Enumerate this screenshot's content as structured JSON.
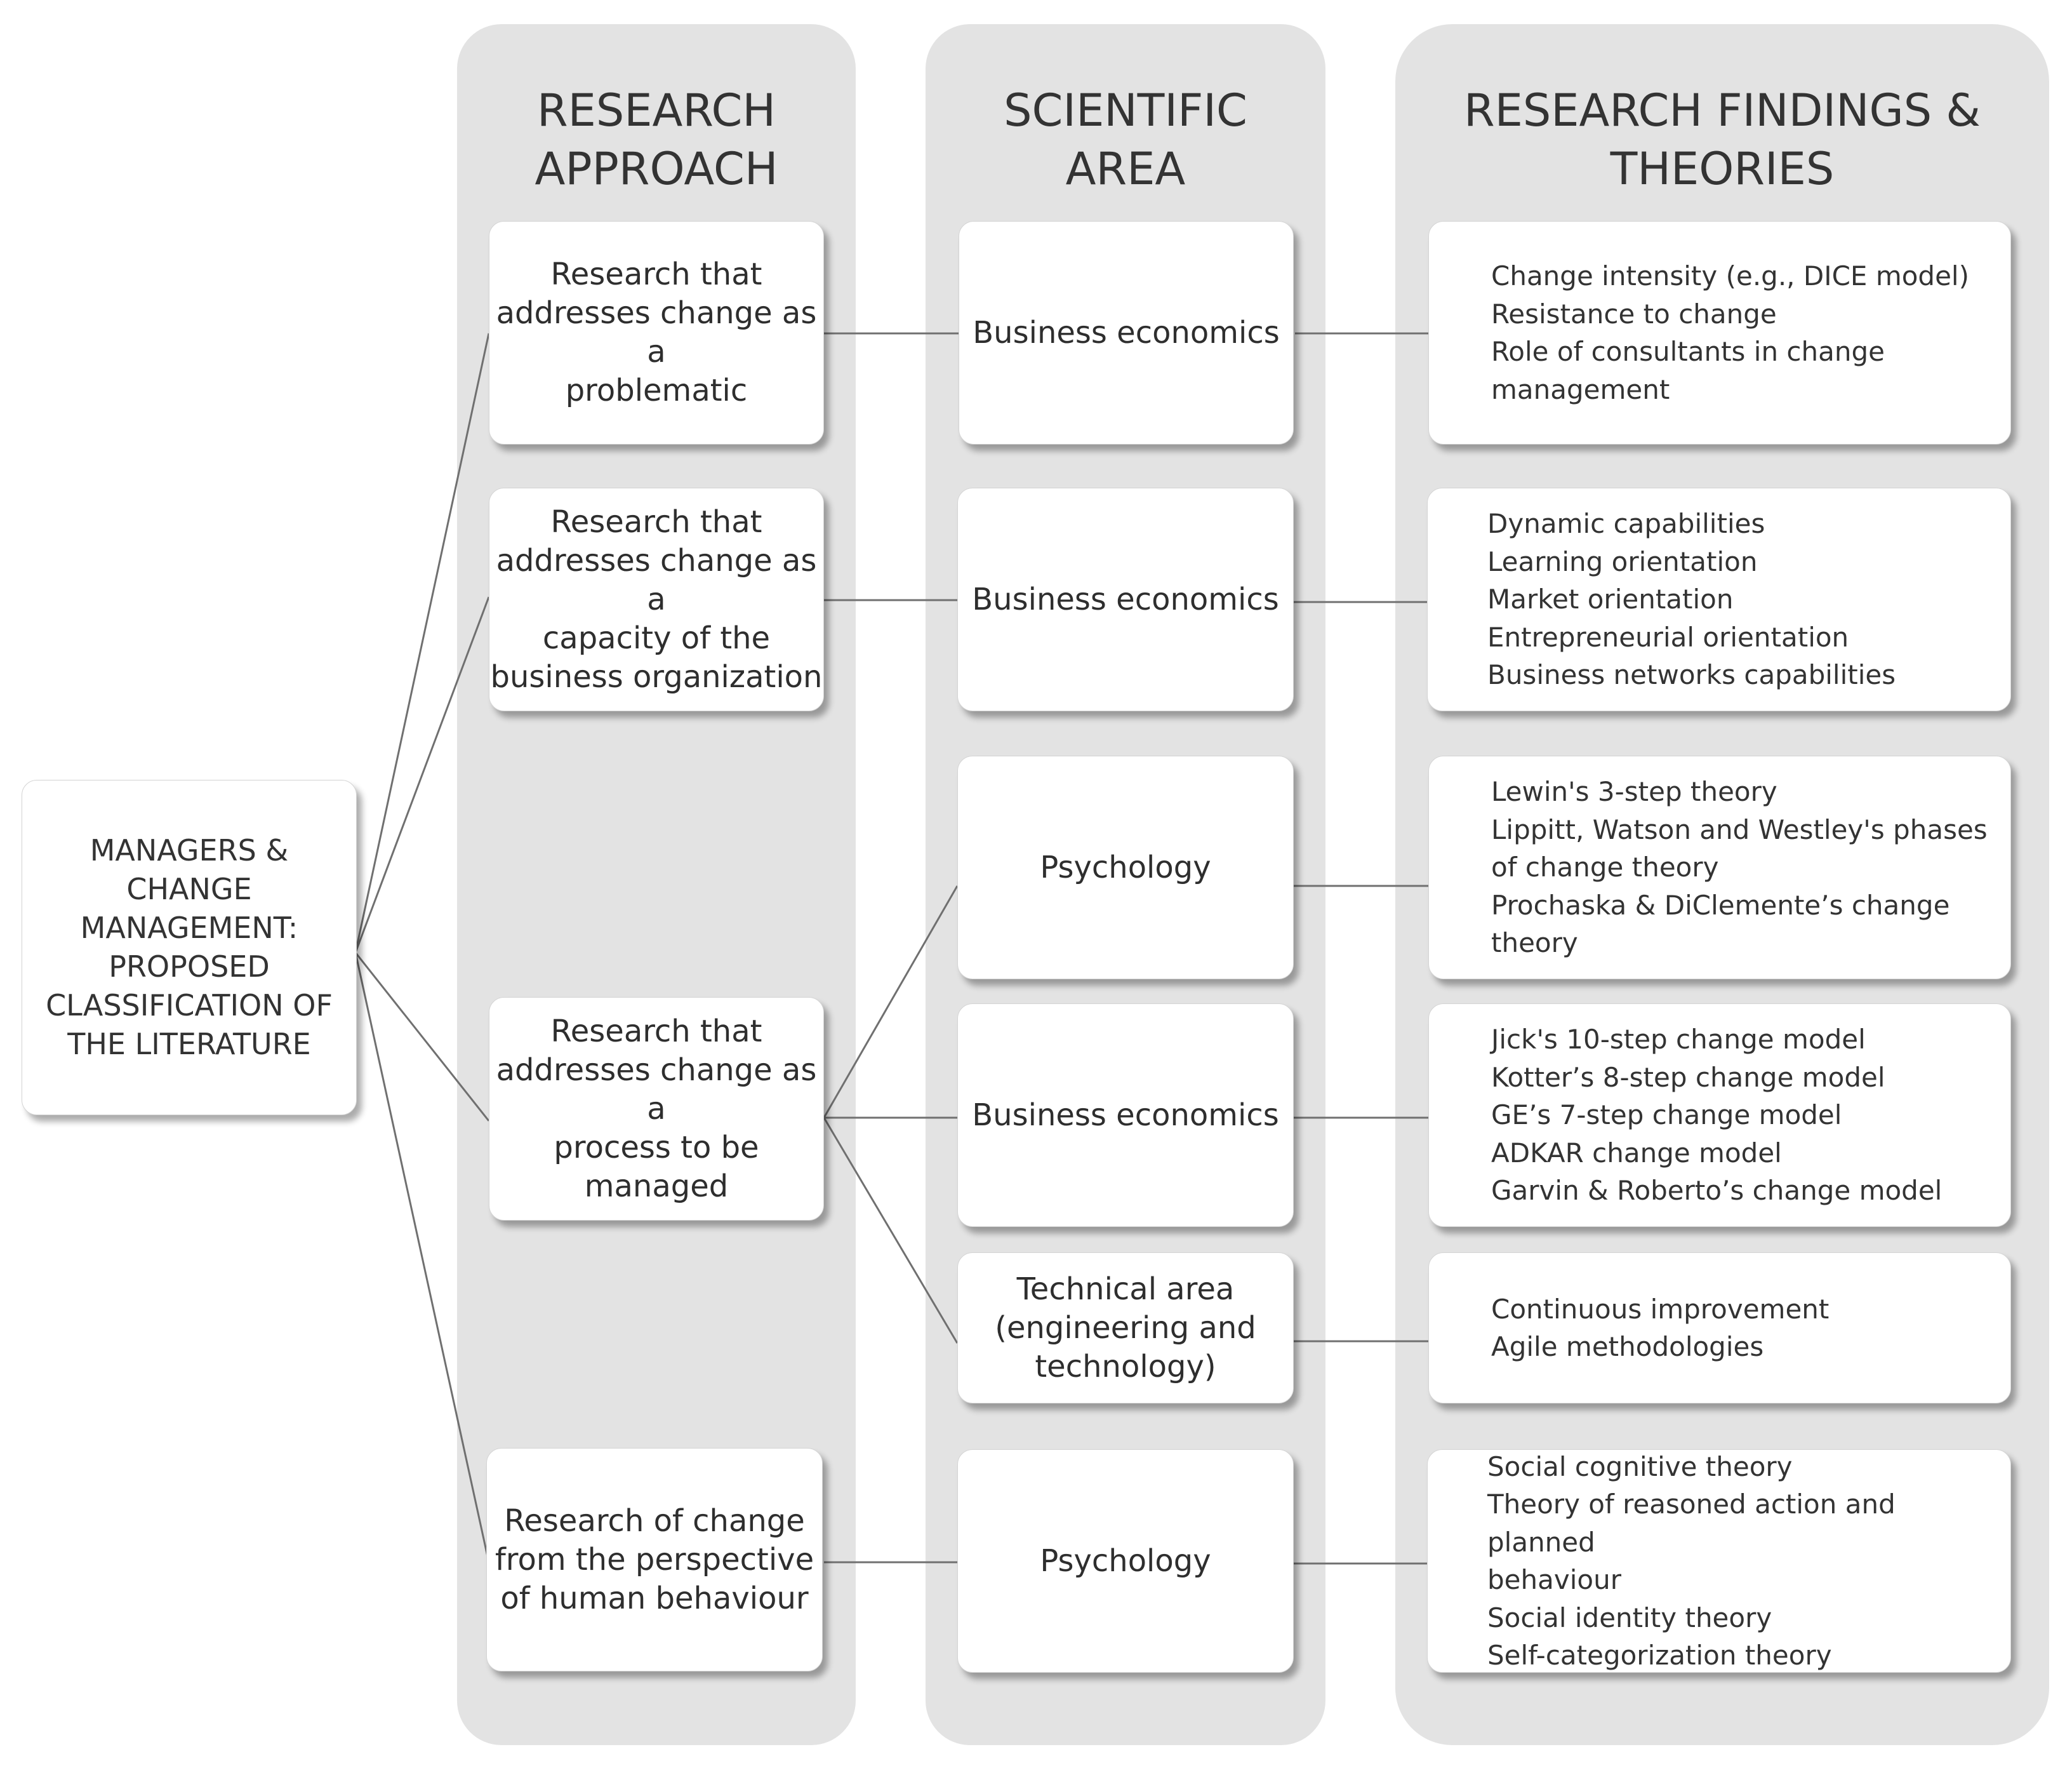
{
  "root": {
    "label": "MANAGERS &\nCHANGE\nMANAGEMENT:\nPROPOSED\nCLASSIFICATION OF\nTHE LITERATURE"
  },
  "columns": {
    "approach": {
      "header": "RESEARCH\nAPPROACH"
    },
    "area": {
      "header": "SCIENTIFIC\nAREA"
    },
    "findings": {
      "header": "RESEARCH FINDINGS &\nTHEORIES"
    }
  },
  "approaches": [
    {
      "label": "Research that\naddresses change as a\nproblematic"
    },
    {
      "label": "Research that\naddresses change as a\ncapacity of the\nbusiness organization"
    },
    {
      "label": "Research that\naddresses change as a\nprocess to be\nmanaged"
    },
    {
      "label": "Research of change\nfrom the perspective\nof human behaviour"
    }
  ],
  "areas": [
    {
      "label": "Business economics"
    },
    {
      "label": "Business economics"
    },
    {
      "label": "Psychology"
    },
    {
      "label": "Business economics"
    },
    {
      "label": "Technical area\n(engineering and\ntechnology)"
    },
    {
      "label": "Psychology"
    }
  ],
  "findings": [
    {
      "items": [
        "Change intensity (e.g., DICE model)",
        "Resistance to change",
        "Role of consultants in change\nmanagement"
      ]
    },
    {
      "items": [
        "Dynamic capabilities",
        "Learning orientation",
        "Market orientation",
        "Entrepreneurial orientation",
        "Business networks capabilities"
      ]
    },
    {
      "items": [
        "Lewin's 3-step theory",
        "Lippitt, Watson and Westley's phases\nof change theory",
        "Prochaska & DiClemente’s change\ntheory"
      ]
    },
    {
      "items": [
        "Jick's 10-step change model",
        "Kotter’s 8-step change model",
        "GE’s 7-step change model",
        "ADKAR change model",
        "Garvin & Roberto’s change model"
      ]
    },
    {
      "items": [
        "Continuous improvement",
        "Agile methodologies"
      ]
    },
    {
      "items": [
        "Social cognitive theory",
        "Theory of reasoned action and planned\nbehaviour",
        "Social identity theory",
        "Self-categorization theory"
      ]
    }
  ]
}
